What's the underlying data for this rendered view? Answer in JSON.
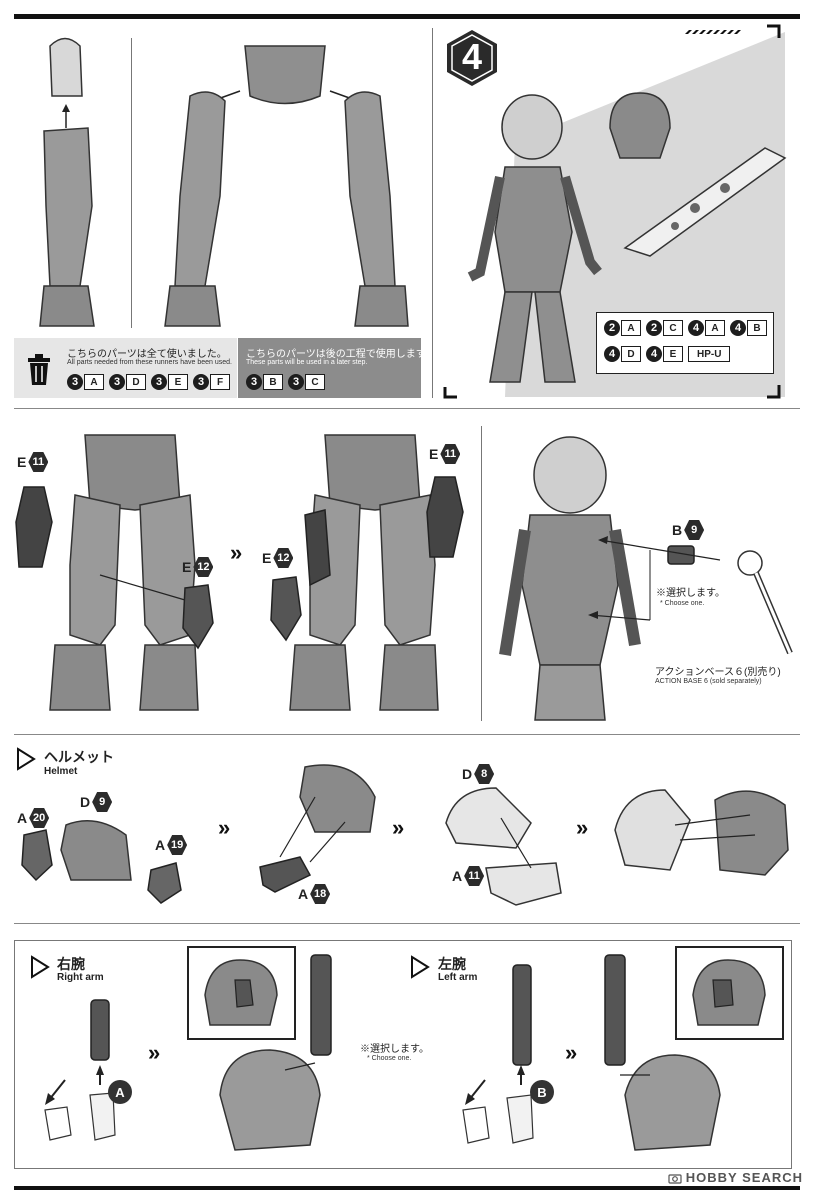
{
  "step": {
    "number": "4"
  },
  "runners_used": {
    "jp": "こちらのパーツは全て使いました。",
    "en": "All parts needed from these runners have been used.",
    "parts": [
      {
        "num": "3",
        "letter": "A"
      },
      {
        "num": "3",
        "letter": "D"
      },
      {
        "num": "3",
        "letter": "E"
      },
      {
        "num": "3",
        "letter": "F"
      }
    ]
  },
  "runners_later": {
    "jp": "こちらのパーツは後の工程で使用します。",
    "en": "These parts will be used in a later step.",
    "parts": [
      {
        "num": "3",
        "letter": "B"
      },
      {
        "num": "3",
        "letter": "C"
      }
    ]
  },
  "parts_box": {
    "row1": [
      {
        "num": "2",
        "letter": "A"
      },
      {
        "num": "2",
        "letter": "C"
      },
      {
        "num": "4",
        "letter": "A"
      },
      {
        "num": "4",
        "letter": "B"
      }
    ],
    "row2": [
      {
        "num": "4",
        "letter": "D"
      },
      {
        "num": "4",
        "letter": "E"
      }
    ],
    "hp": "HP-U"
  },
  "legs_section": {
    "e11_a": {
      "letter": "E",
      "num": "11"
    },
    "e12_a": {
      "letter": "E",
      "num": "12"
    },
    "e12_b": {
      "letter": "E",
      "num": "12"
    },
    "e11_b": {
      "letter": "E",
      "num": "11"
    },
    "arrow": "»"
  },
  "base_section": {
    "b9": {
      "letter": "B",
      "num": "9"
    },
    "choose_jp": "※選択します。",
    "choose_en": "* Choose one.",
    "base_jp": "アクションベース６(別売り)",
    "base_en": "ACTION BASE 6 (sold separately)"
  },
  "helmet": {
    "title_jp": "ヘルメット",
    "title_en": "Helmet",
    "a20": {
      "letter": "A",
      "num": "20"
    },
    "d9": {
      "letter": "D",
      "num": "9"
    },
    "a19": {
      "letter": "A",
      "num": "19"
    },
    "a18": {
      "letter": "A",
      "num": "18"
    },
    "d8": {
      "letter": "D",
      "num": "8"
    },
    "a11": {
      "letter": "A",
      "num": "11"
    },
    "arrow": "»"
  },
  "right_arm": {
    "title_jp": "右腕",
    "title_en": "Right arm",
    "callout": "A",
    "arrow": "»"
  },
  "left_arm": {
    "title_jp": "左腕",
    "title_en": "Left arm",
    "callout": "B",
    "arrow": "»"
  },
  "arms_choose": {
    "jp": "※選択します。",
    "en": "* Choose one."
  },
  "watermark": "HOBBY SEARCH"
}
